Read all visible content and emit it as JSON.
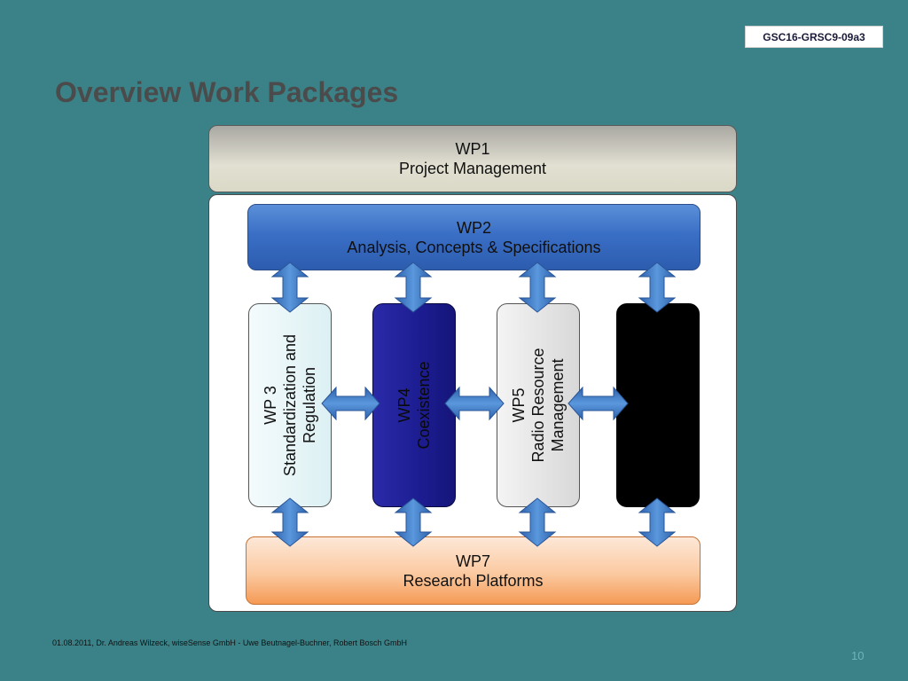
{
  "doc_id": "GSC16-GRSC9-09a3",
  "title": "Overview Work Packages",
  "wp1": {
    "line1": "WP1",
    "line2": "Project Management"
  },
  "wp2": {
    "line1": "WP2",
    "line2": "Analysis, Concepts & Specifications"
  },
  "wp3": {
    "line1": "WP 3",
    "line2": "Standardization and",
    "line3": "Regulation"
  },
  "wp4": {
    "line1": "WP4",
    "line2": "Coexistence"
  },
  "wp5": {
    "line1": "WP5",
    "line2": "Radio Resource",
    "line3": "Management"
  },
  "wp7": {
    "line1": "WP7",
    "line2": "Research Platforms"
  },
  "colors": {
    "background": "#3a8287",
    "wp2": "#3a6fc6",
    "wp4": "#1c1c90",
    "wp6": "#000000",
    "wp7": "#f59a55",
    "arrow": "#3f7cc8"
  },
  "footer": "01.08.2011, Dr. Andreas Wilzeck, wiseSense GmbH - Uwe Beutnagel-Buchner, Robert Bosch GmbH",
  "page_number": "10"
}
